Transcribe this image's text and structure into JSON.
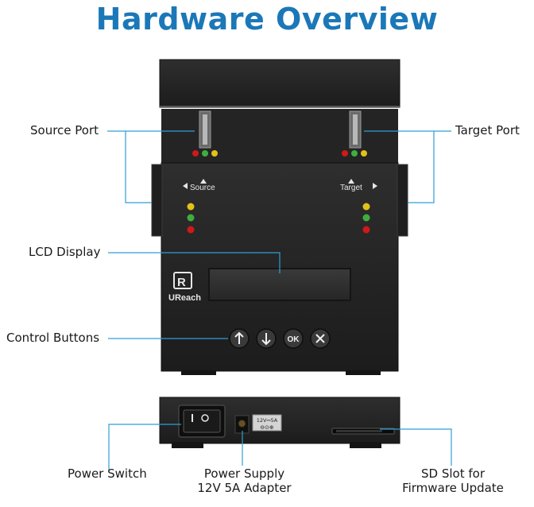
{
  "title": "Hardware Overview",
  "device": {
    "brand": "UReach",
    "source_label": "Source",
    "target_label": "Target",
    "ok_button": "OK",
    "power_rating": "12V⎓5A"
  },
  "callouts": {
    "source_port": "Source Port",
    "target_port": "Target Port",
    "lcd_display": "LCD Display",
    "control_buttons": "Control Buttons",
    "power_switch": "Power Switch",
    "power_supply_line1": "Power Supply",
    "power_supply_line2": "12V 5A Adapter",
    "sd_slot_line1": "SD Slot for",
    "sd_slot_line2": "Firmware Update"
  },
  "colors": {
    "title": "#1b78b8",
    "callout_line": "#2e9fd6",
    "led_red": "#d01818",
    "led_green": "#3fae3f",
    "led_yellow": "#e2c21a"
  }
}
